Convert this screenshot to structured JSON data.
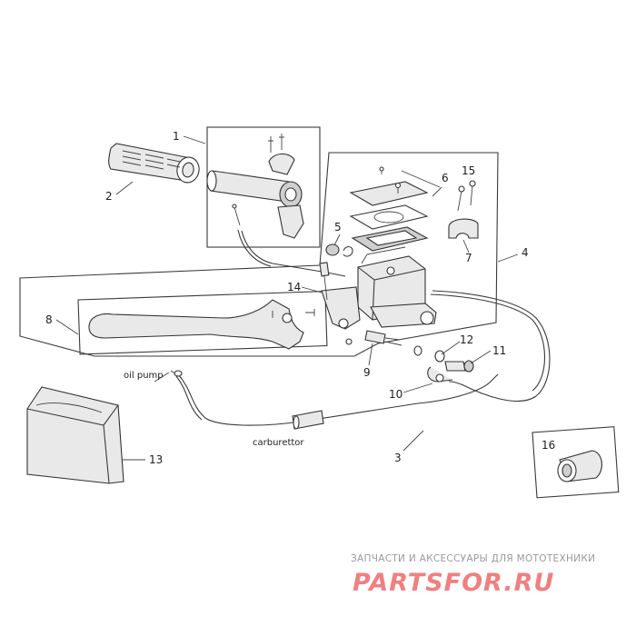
{
  "callouts": [
    {
      "id": "c1",
      "text": "1"
    },
    {
      "id": "c2",
      "text": "2"
    },
    {
      "id": "c3",
      "text": "3"
    },
    {
      "id": "c4",
      "text": "4"
    },
    {
      "id": "c5",
      "text": "5"
    },
    {
      "id": "c6",
      "text": "6"
    },
    {
      "id": "c7",
      "text": "7"
    },
    {
      "id": "c8",
      "text": "8"
    },
    {
      "id": "c9",
      "text": "9"
    },
    {
      "id": "c10",
      "text": "10"
    },
    {
      "id": "c11",
      "text": "11"
    },
    {
      "id": "c12",
      "text": "12"
    },
    {
      "id": "c13",
      "text": "13"
    },
    {
      "id": "c14",
      "text": "14"
    },
    {
      "id": "c15",
      "text": "15"
    },
    {
      "id": "c16",
      "text": "16"
    }
  ],
  "labels": {
    "oil_pump": "oil pump",
    "carburettor": "carburettor"
  },
  "watermark": {
    "tagline": "ЗАПЧАСТИ И АКСЕССУАРЫ ДЛЯ МОТОТЕХНИКИ",
    "logo_part1": "PARTS",
    "logo_part2": "FOR.RU",
    "logo_color": "#f08080"
  }
}
